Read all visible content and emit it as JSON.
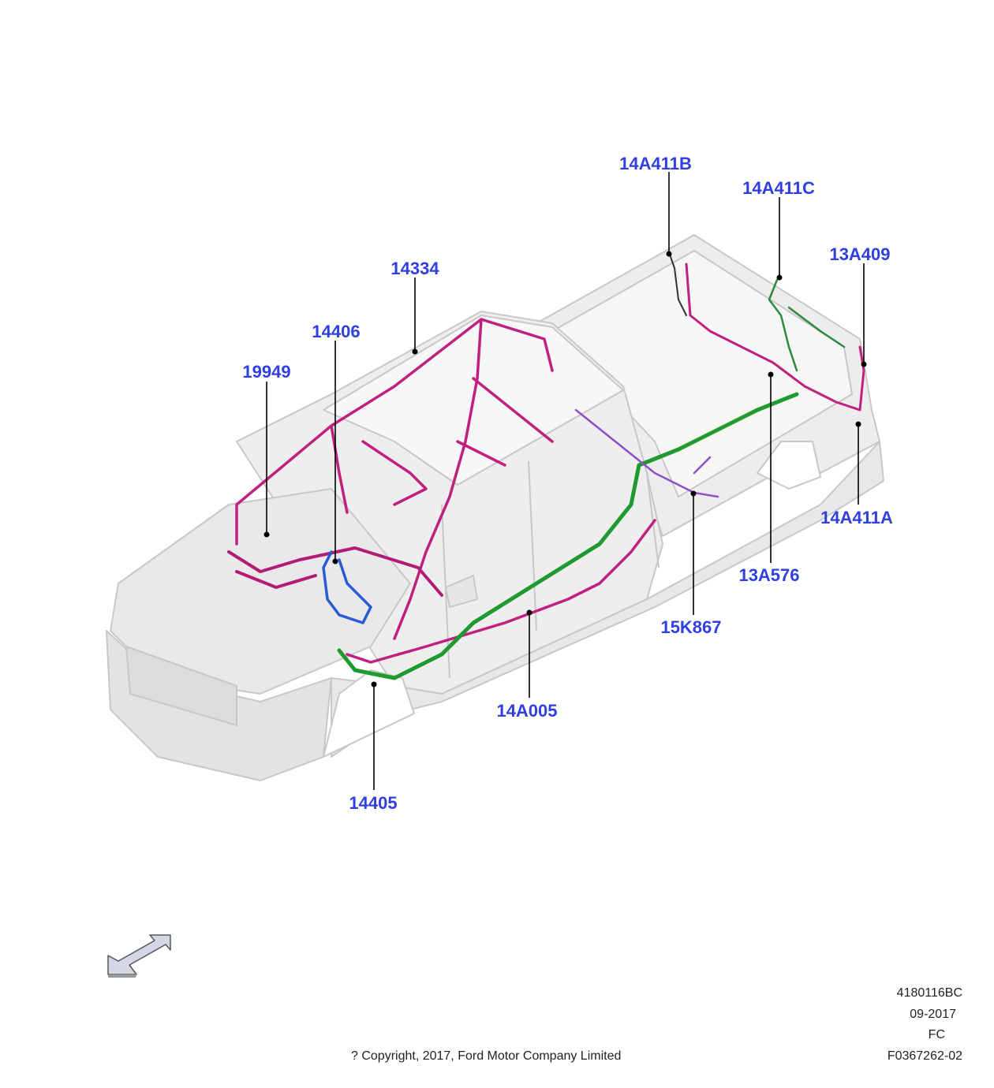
{
  "callouts": [
    {
      "id": "14A411B"
    },
    {
      "id": "14A411C"
    },
    {
      "id": "13A409"
    },
    {
      "id": "14334"
    },
    {
      "id": "14406"
    },
    {
      "id": "19949"
    },
    {
      "id": "14A411A"
    },
    {
      "id": "13A576"
    },
    {
      "id": "15K867"
    },
    {
      "id": "14A005"
    },
    {
      "id": "14405"
    }
  ],
  "footer": {
    "catalog_number": "4180116BC",
    "date": "09-2017",
    "code": "FC",
    "figure_id": "F0367262-02",
    "copyright": "? Copyright, 2017, Ford Motor Company Limited"
  },
  "icons": {
    "direction_arrow": "front-direction-arrow-icon"
  },
  "colors": {
    "label": "#2f3fe0",
    "harness_magenta": "#c0207f",
    "harness_green": "#1f9a2e",
    "harness_blue": "#2a5bd7",
    "harness_purple": "#8e4fc8",
    "body": "#ececec"
  }
}
